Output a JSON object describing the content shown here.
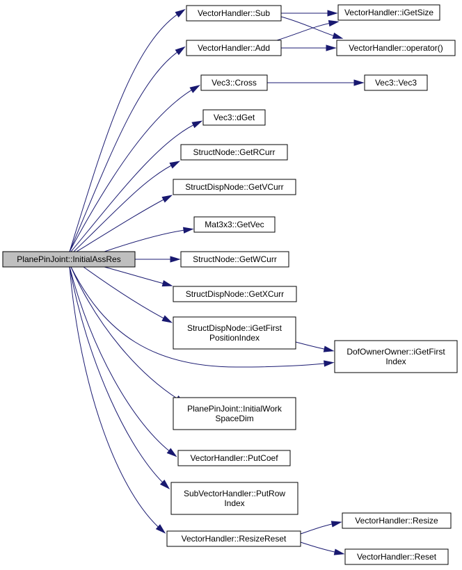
{
  "nodes": {
    "n0": {
      "lines": [
        "PlanePinJoint::InitialAssRes"
      ]
    },
    "n1": {
      "lines": [
        "VectorHandler::Sub"
      ]
    },
    "n2": {
      "lines": [
        "VectorHandler::Add"
      ]
    },
    "n3": {
      "lines": [
        "Vec3::Cross"
      ]
    },
    "n4": {
      "lines": [
        "Vec3::dGet"
      ]
    },
    "n5": {
      "lines": [
        "StructNode::GetRCurr"
      ]
    },
    "n6": {
      "lines": [
        "StructDispNode::GetVCurr"
      ]
    },
    "n7": {
      "lines": [
        "Mat3x3::GetVec"
      ]
    },
    "n8": {
      "lines": [
        "StructNode::GetWCurr"
      ]
    },
    "n9": {
      "lines": [
        "StructDispNode::GetXCurr"
      ]
    },
    "n10": {
      "lines": [
        "StructDispNode::iGetFirst",
        "PositionIndex"
      ]
    },
    "n11": {
      "lines": [
        "PlanePinJoint::InitialWork",
        "SpaceDim"
      ]
    },
    "n12": {
      "lines": [
        "VectorHandler::PutCoef"
      ]
    },
    "n13": {
      "lines": [
        "SubVectorHandler::PutRow",
        "Index"
      ]
    },
    "n14": {
      "lines": [
        "VectorHandler::ResizeReset"
      ]
    },
    "n15": {
      "lines": [
        "VectorHandler::iGetSize"
      ]
    },
    "n16": {
      "lines": [
        "VectorHandler::operator()"
      ]
    },
    "n17": {
      "lines": [
        "Vec3::Vec3"
      ]
    },
    "n18": {
      "lines": [
        "DofOwnerOwner::iGetFirst",
        "Index"
      ]
    },
    "n19": {
      "lines": [
        "VectorHandler::Resize"
      ]
    },
    "n20": {
      "lines": [
        "VectorHandler::Reset"
      ]
    }
  },
  "edges": [
    [
      "n0",
      "n1"
    ],
    [
      "n0",
      "n2"
    ],
    [
      "n0",
      "n3"
    ],
    [
      "n0",
      "n4"
    ],
    [
      "n0",
      "n5"
    ],
    [
      "n0",
      "n6"
    ],
    [
      "n0",
      "n7"
    ],
    [
      "n0",
      "n8"
    ],
    [
      "n0",
      "n9"
    ],
    [
      "n0",
      "n10"
    ],
    [
      "n0",
      "n18"
    ],
    [
      "n0",
      "n11"
    ],
    [
      "n0",
      "n12"
    ],
    [
      "n0",
      "n13"
    ],
    [
      "n0",
      "n14"
    ],
    [
      "n1",
      "n15"
    ],
    [
      "n1",
      "n16"
    ],
    [
      "n2",
      "n15"
    ],
    [
      "n2",
      "n16"
    ],
    [
      "n3",
      "n17"
    ],
    [
      "n10",
      "n18"
    ],
    [
      "n14",
      "n19"
    ],
    [
      "n14",
      "n20"
    ]
  ],
  "colors": {
    "edge": "#191970",
    "root_fill": "#bfbfbf",
    "node_fill": "#ffffff",
    "border": "#000000"
  }
}
